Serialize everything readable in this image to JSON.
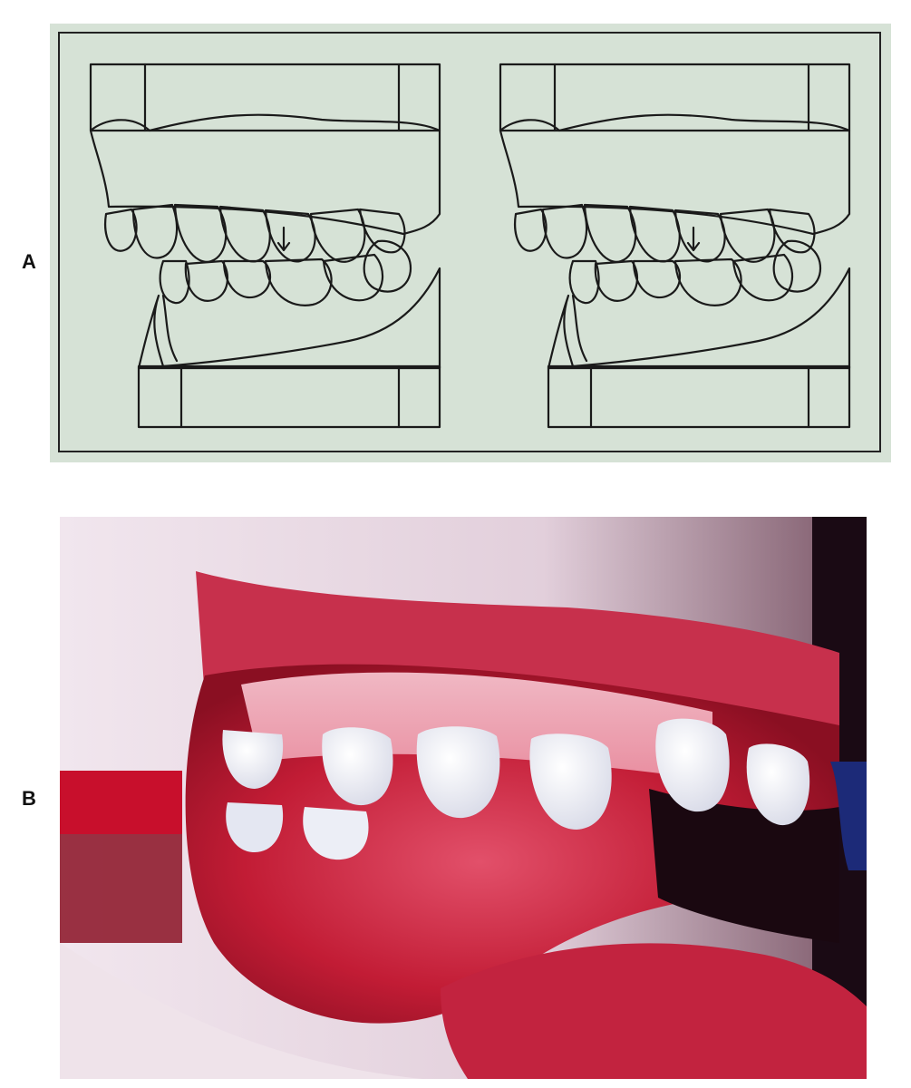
{
  "figure": {
    "panels": [
      {
        "label": "A",
        "content": "line drawing"
      },
      {
        "label": "B",
        "content": "photograph"
      }
    ]
  },
  "colors": {
    "drawing_background": "#d6e2d6",
    "line": "#1a1a1a",
    "gum_red": "#c21c35",
    "tooth_white": "#f4f4f8",
    "skin": "#e8d6e0"
  }
}
